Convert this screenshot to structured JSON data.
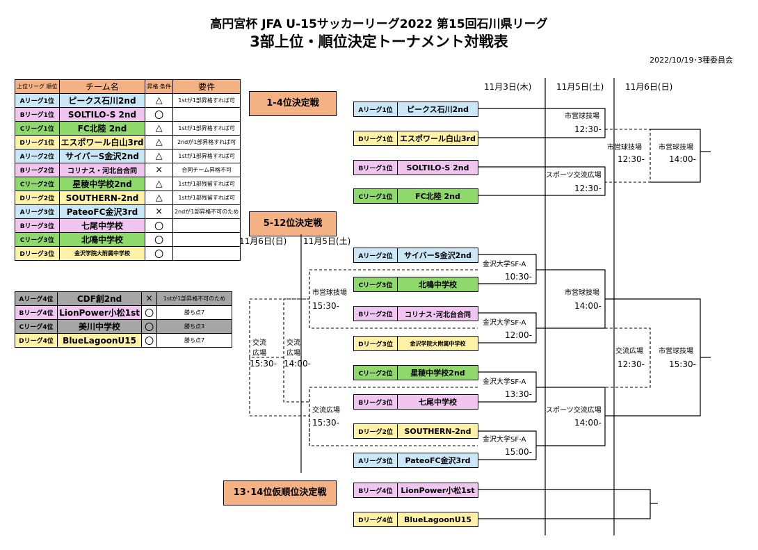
{
  "header": {
    "title_line1": "高円宮杯 JFA U-15サッカーリーグ2022 第15回石川県リーグ",
    "title_line2": "3部上位・順位決定トーナメント対戦表",
    "date_committee": "2022/10/19･3種委員会"
  },
  "table1": {
    "headers": [
      "上位リーグ 順位",
      "チーム名",
      "昇格 条件",
      "要件"
    ],
    "rows": [
      {
        "league": "Aリーグ1位",
        "team": "ピークス石川2nd",
        "cond": "△",
        "req": "1stが1部昇格すれば可",
        "color": "A"
      },
      {
        "league": "Bリーグ1位",
        "team": "SOLTILO-S 2nd",
        "cond": "〇",
        "req": "",
        "color": "B"
      },
      {
        "league": "Cリーグ1位",
        "team": "FC北陸 2nd",
        "cond": "△",
        "req": "1stが1部昇格すれば可",
        "color": "C"
      },
      {
        "league": "Dリーグ1位",
        "team": "エスポワール白山3rd",
        "cond": "△",
        "req": "2ndが1部昇格すれば可",
        "color": "D"
      },
      {
        "league": "Aリーグ2位",
        "team": "サイバーS金沢2nd",
        "cond": "△",
        "req": "1stが1部昇格すれば可",
        "color": "A"
      },
      {
        "league": "Bリーグ2位",
        "team": "コリナス・河北台合同",
        "cond": "×",
        "req": "合同チーム昇格不可",
        "color": "B"
      },
      {
        "league": "Cリーグ2位",
        "team": "星稜中学校2nd",
        "cond": "△",
        "req": "1stが1部残留すれば可",
        "color": "C"
      },
      {
        "league": "Dリーグ2位",
        "team": "SOUTHERN-2nd",
        "cond": "△",
        "req": "1stが1部残留すれば可",
        "color": "D"
      },
      {
        "league": "Aリーグ3位",
        "team": "PateoFC金沢3rd",
        "cond": "×",
        "req": "2ndが1部昇格不可のため",
        "color": "A"
      },
      {
        "league": "Bリーグ3位",
        "team": "七尾中学校",
        "cond": "〇",
        "req": "",
        "color": "B"
      },
      {
        "league": "Cリーグ3位",
        "team": "北鳴中学校",
        "cond": "〇",
        "req": "",
        "color": "C"
      },
      {
        "league": "Dリーグ3位",
        "team": "金沢学院大附属中学校",
        "cond": "〇",
        "req": "",
        "color": "D"
      }
    ]
  },
  "table2": {
    "rows": [
      {
        "league": "Aリーグ4位",
        "team": "CDF創2nd",
        "cond": "×",
        "req": "1stが1部昇格不可のため",
        "color": "G"
      },
      {
        "league": "Bリーグ4位",
        "team": "LionPower小松1st",
        "cond": "〇",
        "req": "勝ち点7",
        "color": "B"
      },
      {
        "league": "Cリーグ4位",
        "team": "美川中学校",
        "cond": "〇",
        "req": "勝ち点3",
        "color": "G"
      },
      {
        "league": "Dリーグ4位",
        "team": "BlueLagoonU15",
        "cond": "〇",
        "req": "勝ち点7",
        "color": "D"
      }
    ]
  },
  "sections": {
    "s1": "1-4位決定戦",
    "s2": "5-12位決定戦",
    "s3": "13･14位仮順位決定戦"
  },
  "dates": {
    "nov3": "11月3日(木)",
    "nov5": "11月5日(土)",
    "nov6": "11月6日(日)"
  },
  "bracket_teams": [
    {
      "league": "Aリーグ1位",
      "team": "ピークス石川2nd",
      "color": "A"
    },
    {
      "league": "Dリーグ1位",
      "team": "エスポワール白山3rd",
      "color": "D"
    },
    {
      "league": "Bリーグ1位",
      "team": "SOLTILO-S 2nd",
      "color": "B"
    },
    {
      "league": "Cリーグ1位",
      "team": "FC北陸 2nd",
      "color": "C"
    },
    {
      "league": "Aリーグ2位",
      "team": "サイバーS金沢2nd",
      "color": "A"
    },
    {
      "league": "Cリーグ3位",
      "team": "北鳴中学校",
      "color": "C"
    },
    {
      "league": "Bリーグ2位",
      "team": "コリナス･河北台合同",
      "color": "B"
    },
    {
      "league": "Dリーグ3位",
      "team": "金沢学院大附属中学校",
      "color": "D"
    },
    {
      "league": "Cリーグ2位",
      "team": "星稜中学校2nd",
      "color": "C"
    },
    {
      "league": "Bリーグ3位",
      "team": "七尾中学校",
      "color": "B"
    },
    {
      "league": "Dリーグ2位",
      "team": "SOUTHERN-2nd",
      "color": "D"
    },
    {
      "league": "Aリーグ3位",
      "team": "PateoFC金沢3rd",
      "color": "A"
    },
    {
      "league": "Bリーグ4位",
      "team": "LionPower小松1st",
      "color": "B"
    },
    {
      "league": "Dリーグ4位",
      "team": "BlueLagoonU15",
      "color": "D"
    }
  ],
  "venues": {
    "shiei": "市営球技場",
    "sports_koryu": "スポーツ交流広場",
    "kanazawa_sfa": "金沢大学SF-A",
    "koryu_hiroba": "交流広場",
    "koryu": "交流",
    "hiroba": "広場"
  },
  "times": {
    "t1030": "10:30-",
    "t1200": "12:00-",
    "t1230": "12:30-",
    "t1330": "13:30-",
    "t1400": "14:00-",
    "t1500": "15:00-",
    "t1530": "15:30-"
  }
}
